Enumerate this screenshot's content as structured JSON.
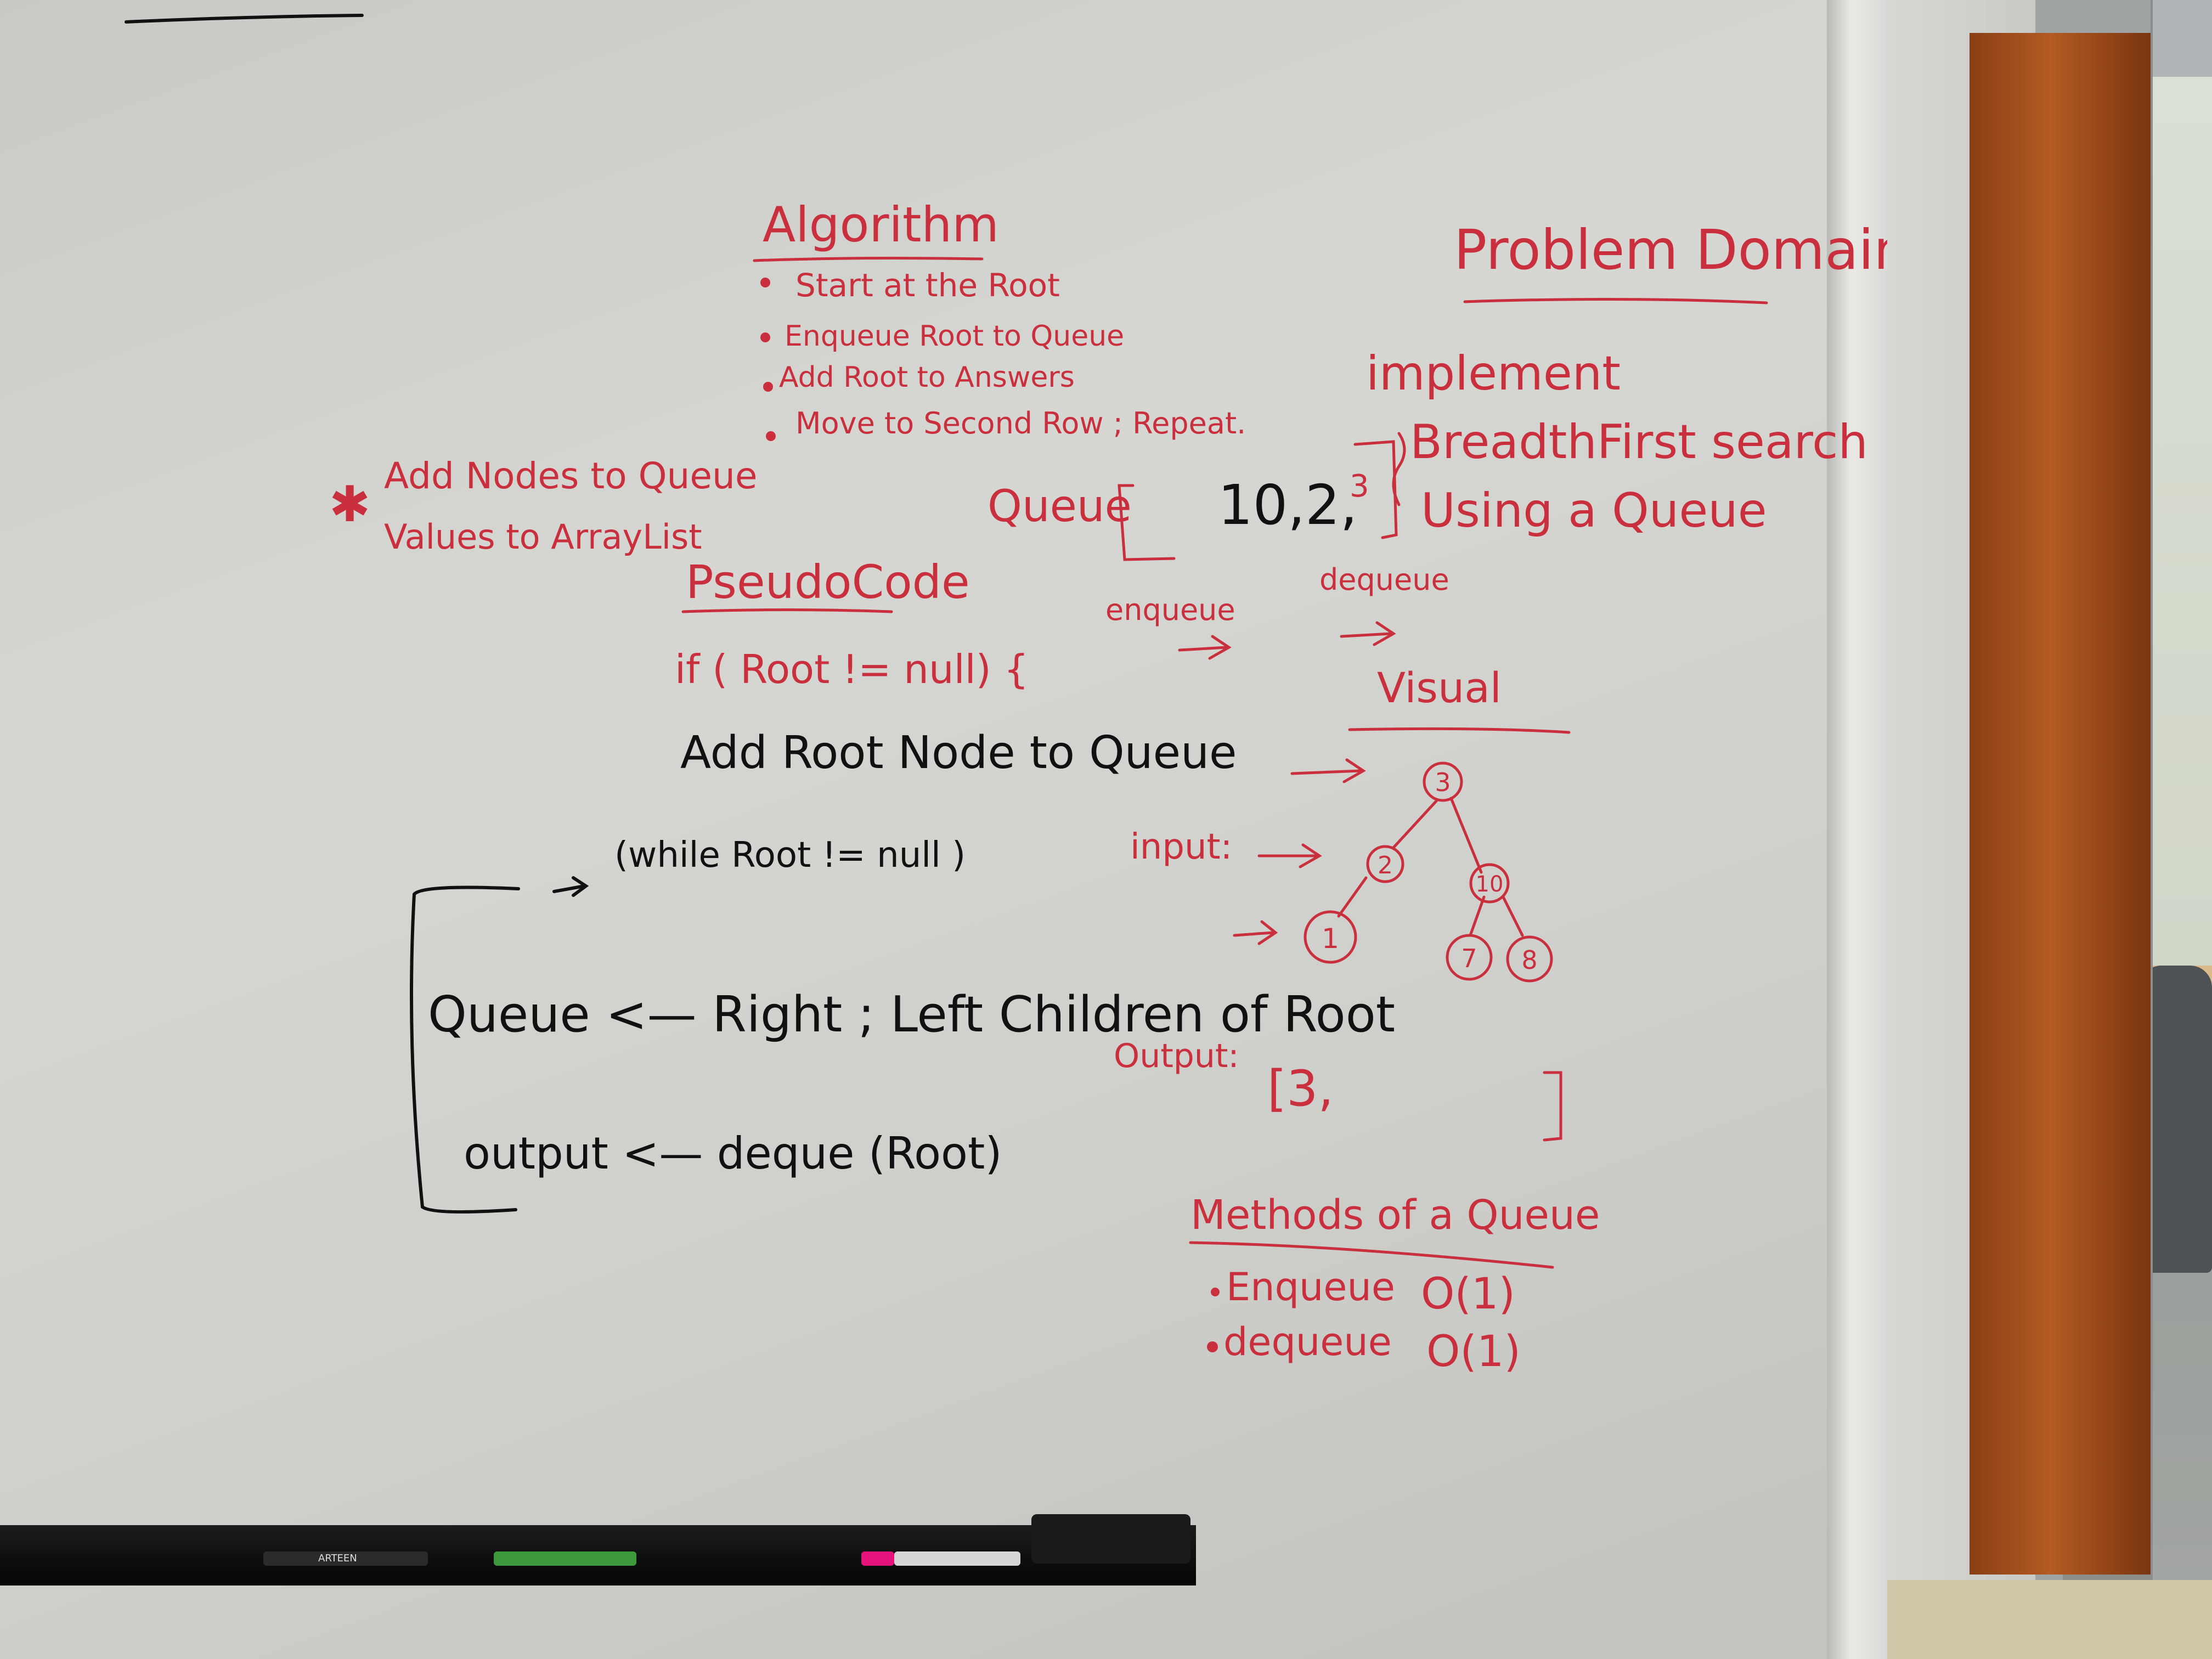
{
  "algorithm": {
    "heading": "Algorithm",
    "steps": [
      "Start at the Root",
      "Enqueue Root to Queue",
      "Add Root to Answers",
      "Move to Second Row ; Repeat."
    ]
  },
  "problem_domain": {
    "heading": "Problem Domain",
    "lines": [
      "implement",
      "BreadthFirst search",
      "Using a Queue"
    ]
  },
  "side_note": {
    "line1": "Add Nodes to Queue",
    "line2": "Values to ArrayList"
  },
  "queue_diagram": {
    "label": "Queue",
    "values": "10,2,",
    "last_value": "3",
    "enqueue_label": "enqueue",
    "dequeue_label": "dequeue"
  },
  "pseudocode": {
    "heading": "PseudoCode",
    "line_if": "if ( Root != null) {",
    "line_add": "Add Root Node to Queue",
    "line_while": "(while Root != null )",
    "line_queue": "Queue <— Right ; Left Children of Root",
    "line_output": "output  <—  deque (Root)"
  },
  "visual": {
    "heading": "Visual",
    "input_label": "input:",
    "output_label": "Output:",
    "output_value": "[3,",
    "tree_nodes": [
      "3",
      "2",
      "10",
      "1",
      "7",
      "8"
    ]
  },
  "methods": {
    "heading": "Methods of a Queue",
    "items": [
      {
        "name": "Enqueue",
        "complexity": "O(1)"
      },
      {
        "name": "dequeue",
        "complexity": "O(1)"
      }
    ]
  },
  "marker_tray": {
    "brand_text": "ARTEEN"
  },
  "colors": {
    "red_marker": "#c92f3d",
    "black_marker": "#111111",
    "board": "#d2d3cf",
    "door_wood": "#a04c1b"
  }
}
